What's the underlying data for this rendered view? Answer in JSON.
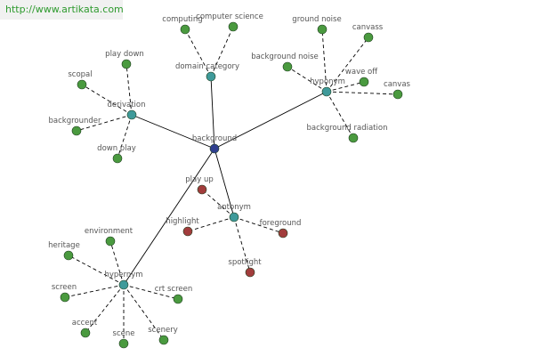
{
  "watermark": "http://www.artikata.com",
  "colors": {
    "center": "#2f3f8f",
    "hub": "#3f9a9a",
    "synonym_leaf": "#4a9a3f",
    "antonym_leaf": "#a23c3c",
    "edge": "#000000",
    "node_outline": "#1f3f1f"
  },
  "graph": {
    "center": {
      "id": "background",
      "label": "background"
    },
    "hubs": [
      {
        "id": "domain_category",
        "label": "domain category",
        "leaves": [
          "computing",
          "computer science"
        ]
      },
      {
        "id": "hyponym",
        "label": "hyponym",
        "leaves": [
          "ground noise",
          "canvass",
          "background noise",
          "wave off",
          "canvas",
          "background radiation"
        ]
      },
      {
        "id": "derivation",
        "label": "derivation",
        "leaves": [
          "play down",
          "scopal",
          "backgrounder",
          "down play"
        ]
      },
      {
        "id": "antonym",
        "label": "antonym",
        "leaves": [
          "play up",
          "highlight",
          "foreground",
          "spotlight"
        ]
      },
      {
        "id": "hypernym",
        "label": "hypernym",
        "leaves": [
          "environment",
          "heritage",
          "screen",
          "crt screen",
          "accent",
          "scene",
          "scenery"
        ]
      }
    ]
  }
}
